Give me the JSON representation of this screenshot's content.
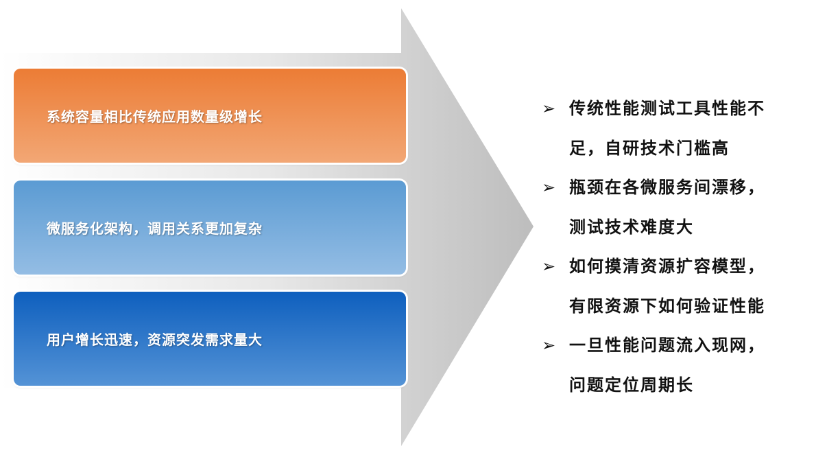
{
  "left_boxes": [
    {
      "text": "系统容量相比传统应用数量级增长",
      "color": "#ec7c35"
    },
    {
      "text": "微服务化架构，调用关系更加复杂",
      "color": "#5b9bd3"
    },
    {
      "text": "用户增长迅速，资源突发需求量大",
      "color": "#0e5fbe"
    }
  ],
  "points": [
    {
      "line1": "传统性能测试工具性能不",
      "line2": "足，自研技术门槛高"
    },
    {
      "line1": "瓶颈在各微服务间漂移，",
      "line2": "测试技术难度大"
    },
    {
      "line1": "如何摸清资源扩容模型，",
      "line2": "有限资源下如何验证性能"
    },
    {
      "line1": "一旦性能问题流入现网，",
      "line2": "问题定位周期长"
    }
  ]
}
